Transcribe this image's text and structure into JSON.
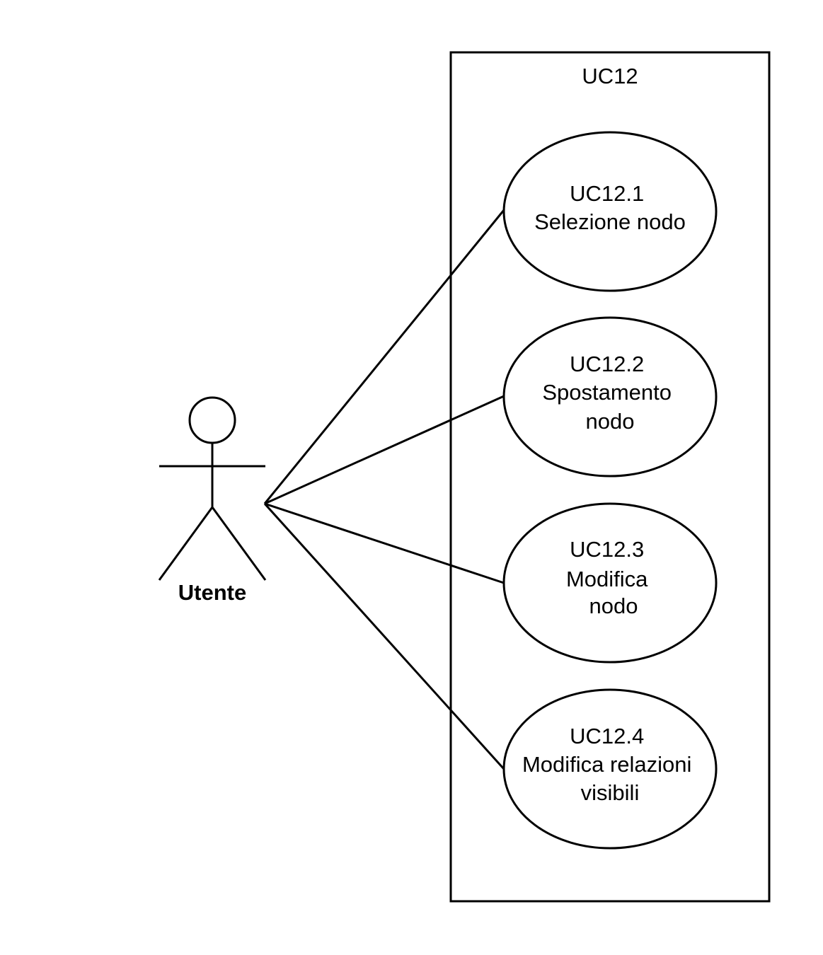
{
  "system": {
    "title": "UC12"
  },
  "actor": {
    "name": "Utente"
  },
  "use_cases": [
    {
      "id": "UC12.1",
      "lines": [
        "UC12.1",
        "Selezione nodo"
      ]
    },
    {
      "id": "UC12.2",
      "lines": [
        "UC12.2",
        "Spostamento",
        "nodo"
      ]
    },
    {
      "id": "UC12.3",
      "lines": [
        "UC12.3",
        "Modifica",
        "nodo"
      ]
    },
    {
      "id": "UC12.4",
      "lines": [
        "UC12.4",
        "Modifica relazioni",
        "visibili"
      ]
    }
  ]
}
